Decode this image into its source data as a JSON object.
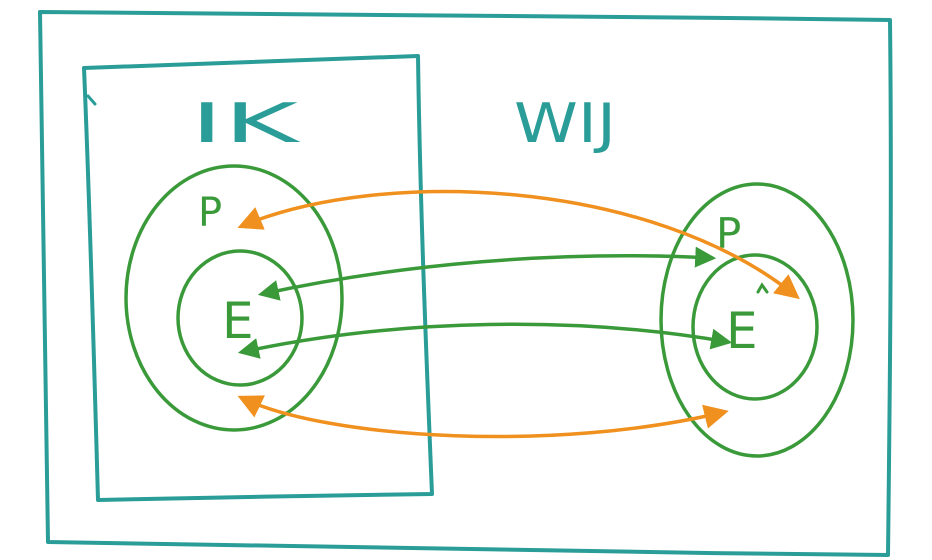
{
  "colors": {
    "frame": "#2a9d98",
    "circles": "#3a9a3a",
    "orange_arrows": "#f0901e",
    "green_arrows": "#3a9a3a",
    "background": "#ffffff"
  },
  "labels": {
    "ik": "IK",
    "wij": "WIJ",
    "left_outer": "P",
    "left_inner": "E",
    "right_outer": "P",
    "right_inner": "E"
  }
}
